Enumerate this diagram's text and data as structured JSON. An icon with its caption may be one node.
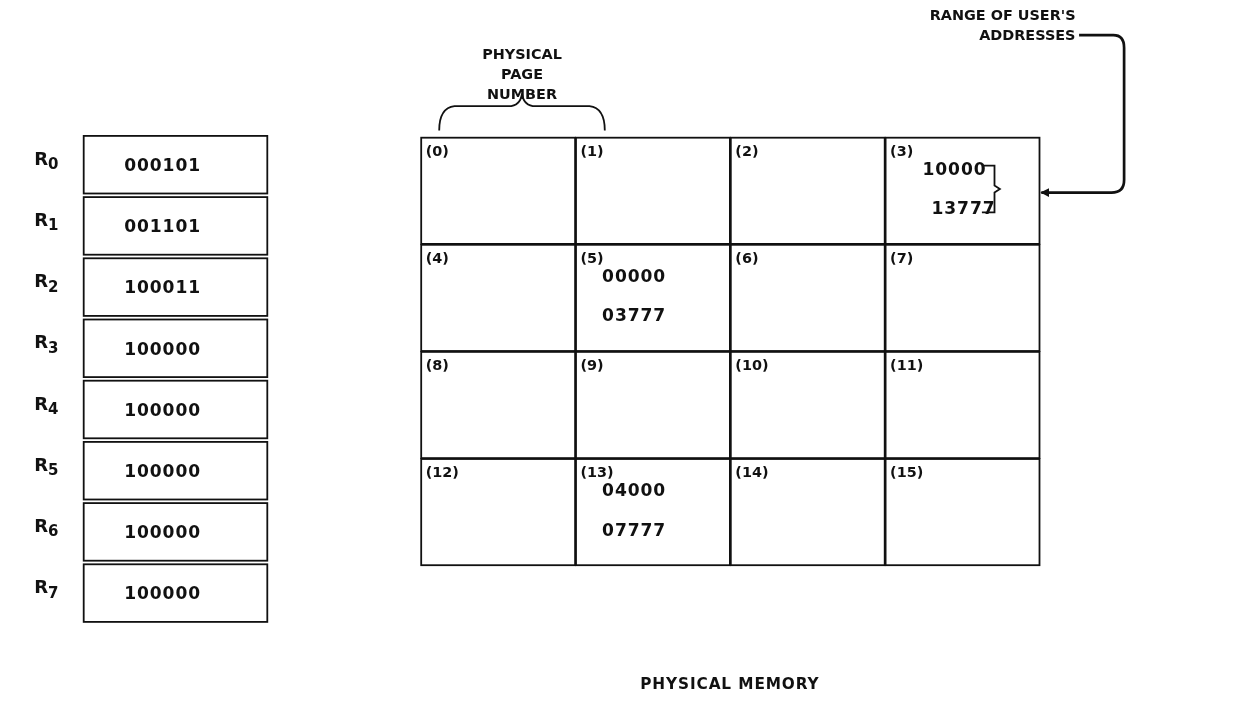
{
  "diagram": {
    "nodes": [
      {
        "text": [
          "000101"
        ],
        "beside": [
          "R$_{0}$"
        ]
      },
      {
        "text": [
          "001101"
        ],
        "beside": [
          "R$_{1}$"
        ]
      },
      {
        "text": [
          "100011"
        ],
        "beside": [
          "R$_{2}$"
        ]
      },
      {
        "text": [
          "100000"
        ],
        "beside": [
          "R$_{3}$"
        ]
      },
      {
        "text": [
          "100000"
        ],
        "beside": [
          "R$_{4}$"
        ]
      },
      {
        "text": [
          "100000"
        ],
        "beside": [
          "R$_{5}$"
        ]
      },
      {
        "text": [
          "100000"
        ],
        "beside": [
          "R$_{6}$"
        ]
      },
      {
        "text": [
          "100000"
        ],
        "beside": [
          "R$_{7}$"
        ]
      },
      {
        "text": [
          "PHYSICAL MEMORY"
        ]
      },
      {
        "text": [
          "(0)"
        ],
        "in": 8
      },
      {
        "text": [
          "(1)"
        ],
        "in": 8
      },
      {
        "text": [
          "(2)"
        ],
        "in": 8
      },
      {
        "text": [
          "(3)",
          "10000",
          "13777"
        ],
        "in": 8
      },
      {
        "text": [
          "(4)"
        ],
        "in": 8
      },
      {
        "text": [
          "(5)",
          "00000",
          "03777"
        ],
        "in": 8
      },
      {
        "text": [
          "(6)"
        ],
        "in": 8
      },
      {
        "text": [
          "(7)"
        ],
        "in": 8
      },
      {
        "text": [
          "(8)"
        ],
        "in": 8
      },
      {
        "text": [
          "(9)"
        ],
        "in": 8
      },
      {
        "text": [
          "(10)"
        ],
        "in": 8
      },
      {
        "text": [
          "(11)"
        ],
        "in": 8
      },
      {
        "text": [
          "(12)"
        ],
        "in": 8
      },
      {
        "text": [
          "(13)",
          "04000",
          "07777"
        ],
        "in": 8
      },
      {
        "text": [
          "(14)"
        ],
        "in": 8
      },
      {
        "text": [
          "(15)"
        ],
        "in": 8
      },
      {
        "text": [
          "RANGE OF USER'S ADDRESSES"
        ]
      }
    ],
    "edges": [
      {
        "from": 25,
        "to": 12,
        "arrow": "to"
      }
    ],
    "labels": [
      "PHYSICAL PAGE NUMBER"
    ]
  }
}
